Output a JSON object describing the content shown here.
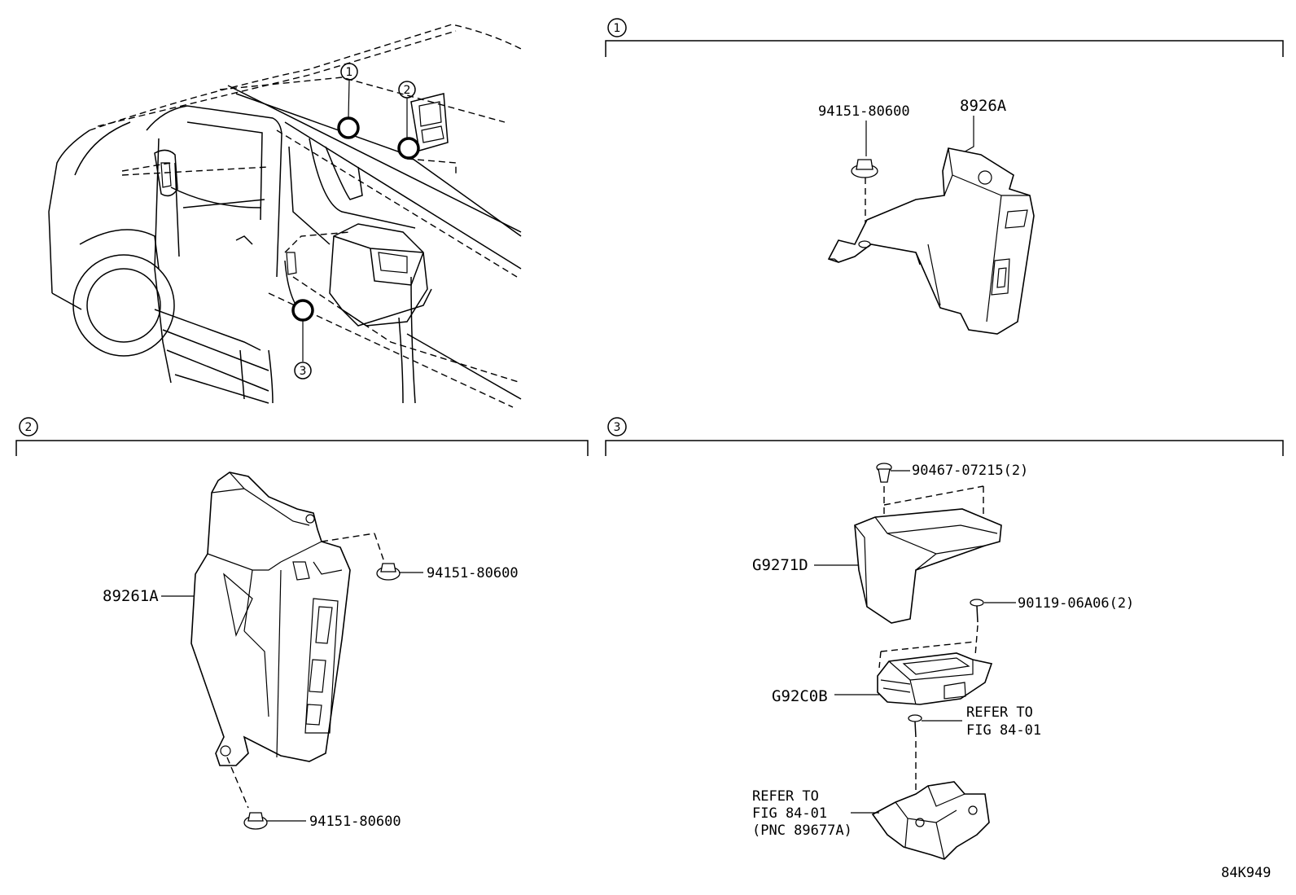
{
  "callouts": {
    "c1": "1",
    "c2": "2",
    "c3": "3"
  },
  "section1": {
    "label": "1",
    "fastener": "94151-80600",
    "bracket": "8926A"
  },
  "section2": {
    "label": "2",
    "bracket": "89261A",
    "fastener_top": "94151-80600",
    "fastener_bottom": "94151-80600"
  },
  "section3": {
    "label": "3",
    "clip": "90467-07215(2)",
    "cover": "G9271D",
    "bolt": "90119-06A06(2)",
    "module": "G92C0B",
    "refer_upper": [
      "REFER TO",
      "FIG 84-01"
    ],
    "refer_lower": [
      "REFER TO",
      "FIG 84-01",
      "(PNC 89677A)"
    ]
  },
  "figure_id": "84K949"
}
